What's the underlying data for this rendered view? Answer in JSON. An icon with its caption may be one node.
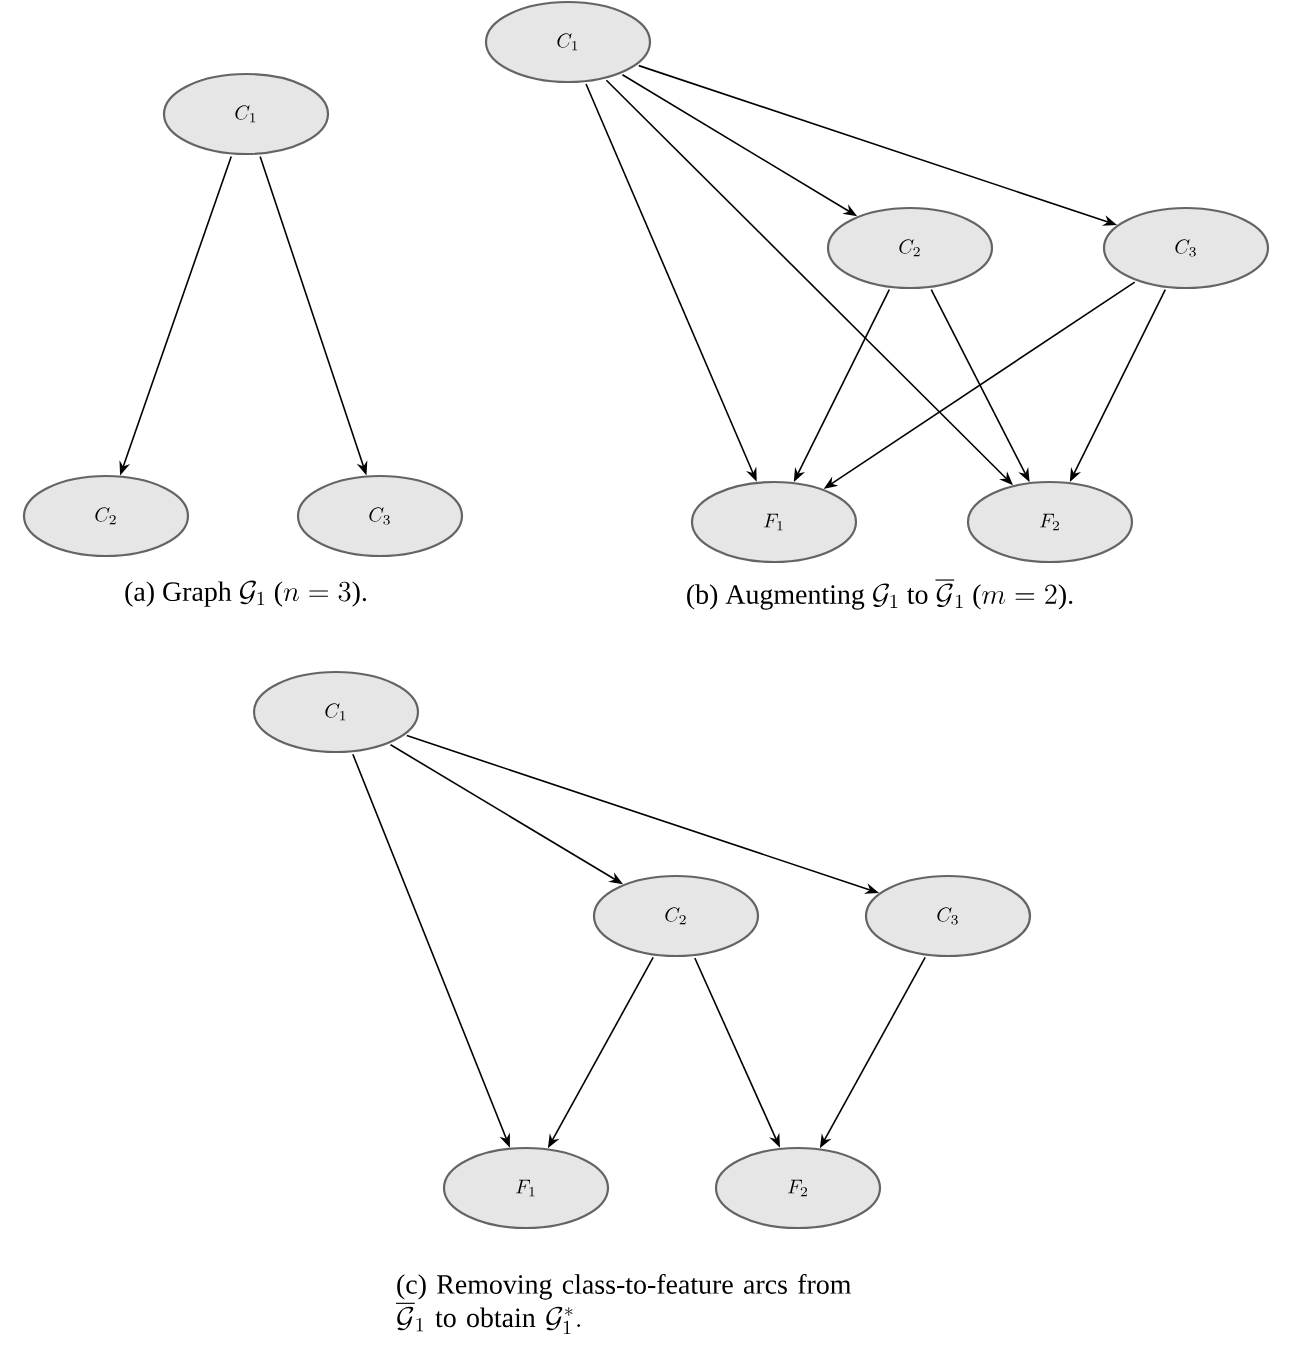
{
  "diagram": {
    "nodes": [
      {
        "text": [
          "C_1"
        ]
      },
      {
        "text": [
          "C_2"
        ]
      },
      {
        "text": [
          "C_3"
        ]
      },
      {
        "text": [
          "C_1"
        ]
      },
      {
        "text": [
          "C_2"
        ]
      },
      {
        "text": [
          "C_3"
        ]
      },
      {
        "text": [
          "F_1"
        ]
      },
      {
        "text": [
          "F_2"
        ]
      },
      {
        "text": [
          "C_1"
        ]
      },
      {
        "text": [
          "C_2"
        ]
      },
      {
        "text": [
          "C_3"
        ]
      },
      {
        "text": [
          "F_1"
        ]
      },
      {
        "text": [
          "F_2"
        ]
      }
    ],
    "edges": [
      {
        "from": 0,
        "to": 1,
        "arrow": "to"
      },
      {
        "from": 0,
        "to": 2,
        "arrow": "to"
      },
      {
        "from": 3,
        "to": 4,
        "arrow": "to"
      },
      {
        "from": 3,
        "to": 5,
        "arrow": "to"
      },
      {
        "from": 3,
        "to": 6,
        "arrow": "to"
      },
      {
        "from": 3,
        "to": 7,
        "arrow": "to"
      },
      {
        "from": 4,
        "to": 6,
        "arrow": "to"
      },
      {
        "from": 4,
        "to": 7,
        "arrow": "to"
      },
      {
        "from": 5,
        "to": 6,
        "arrow": "to"
      },
      {
        "from": 5,
        "to": 7,
        "arrow": "to"
      },
      {
        "from": 8,
        "to": 9,
        "arrow": "to"
      },
      {
        "from": 8,
        "to": 10,
        "arrow": "to"
      },
      {
        "from": 8,
        "to": 11,
        "arrow": "to"
      },
      {
        "from": 9,
        "to": 11,
        "arrow": "to"
      },
      {
        "from": 9,
        "to": 12,
        "arrow": "to"
      },
      {
        "from": 10,
        "to": 12,
        "arrow": "to"
      }
    ],
    "labels": [
      "\\text{(a) Graph } \\mathcal{G}_1 \\text{ (}n = 3\\text{).}",
      "\\text{(b) Augmenting } \\mathcal{G}_1 \\text{ to } \\overline{\\mathcal{G}}_1 \\text{ (}m = 2\\text{).}",
      "\\text{(c) Removing class-to-feature arcs from}\\allowbreak\\ \\overline{\\mathcal{G}}_1 \\text{ to obtain } \\mathcal{G}_1^*."
    ]
  }
}
